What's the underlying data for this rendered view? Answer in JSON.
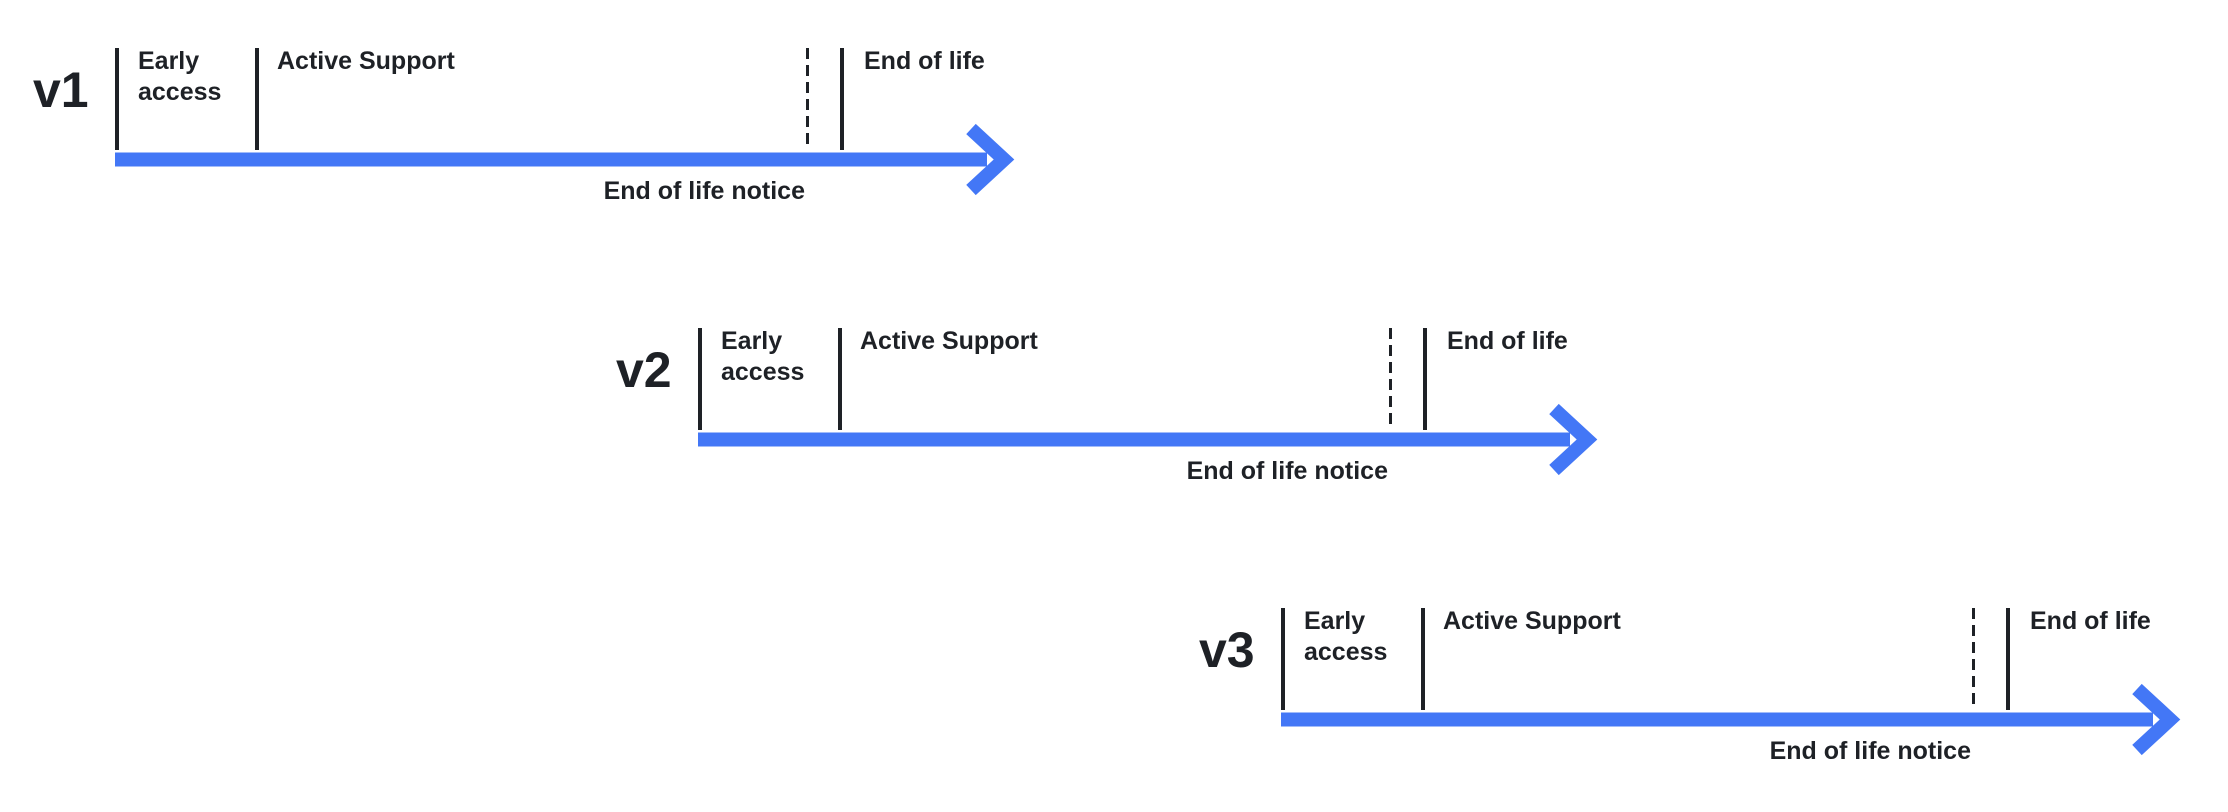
{
  "colors": {
    "accent": "#4377f6",
    "ink": "#1e2126"
  },
  "timelines": [
    {
      "version": "v1",
      "early_access": "Early access",
      "active_support": "Active Support",
      "end_of_life": "End of life",
      "eol_notice": "End of life notice"
    },
    {
      "version": "v2",
      "early_access": "Early access",
      "active_support": "Active Support",
      "end_of_life": "End of life",
      "eol_notice": "End of life notice"
    },
    {
      "version": "v3",
      "early_access": "Early access",
      "active_support": "Active Support",
      "end_of_life": "End of life",
      "eol_notice": "End of life notice"
    }
  ]
}
